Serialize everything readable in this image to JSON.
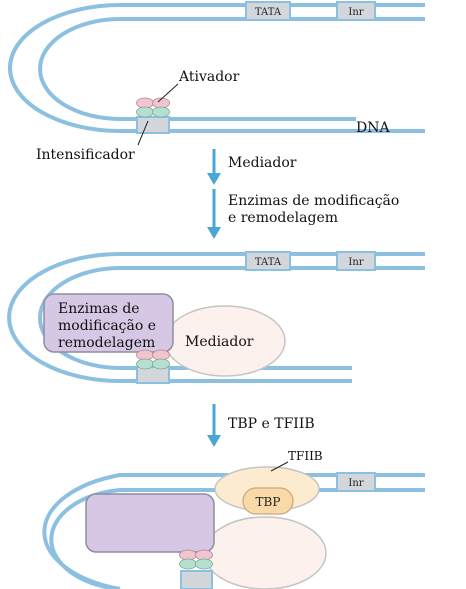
{
  "colors": {
    "dna": "#8cc0e0",
    "arrow": "#4aa6d6",
    "box_fill": "#d3d7db",
    "activator_pink": "#f1c4cf",
    "activator_green": "#b5dfcf",
    "enzymes_fill": "#d6c8e4",
    "mediator_fill": "#fcf1ec",
    "tfiib_fill": "#fdebd0",
    "tbp_fill": "#fad9a8"
  },
  "panel1": {
    "tata": "TATA",
    "inr": "Inr",
    "activator": "Ativador",
    "dna": "DNA",
    "enhancer": "Intensificador"
  },
  "steps": {
    "step1": "Mediador",
    "step2_line1": "Enzimas de modificação",
    "step2_line2": "e remodelagem",
    "step3": "TBP e TFIIB"
  },
  "panel2": {
    "tata": "TATA",
    "inr": "Inr",
    "enzymes_line1": "Enzimas de",
    "enzymes_line2": "modificação e",
    "enzymes_line3": "remodelagem",
    "mediator": "Mediador"
  },
  "panel3": {
    "tfiib": "TFIIB",
    "tbp": "TBP",
    "inr": "Inr"
  }
}
